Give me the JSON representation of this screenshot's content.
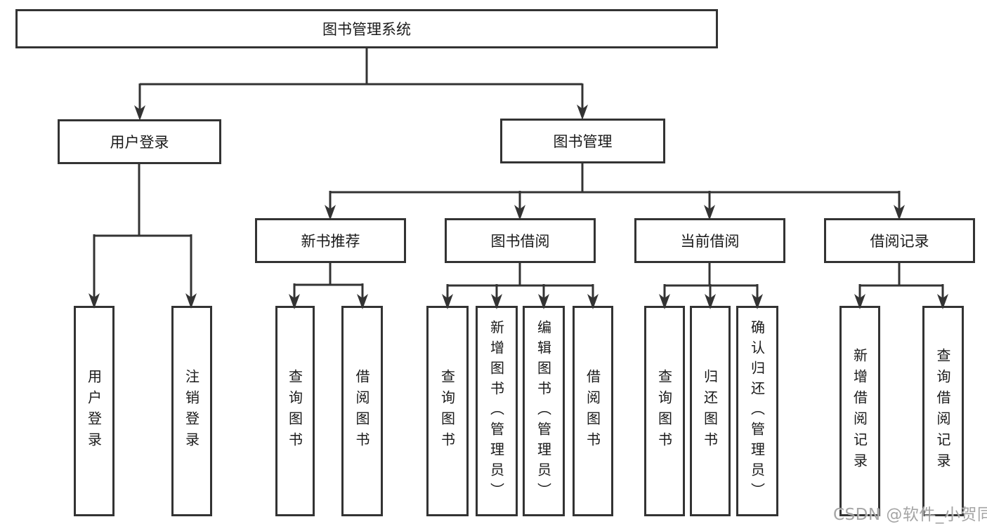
{
  "watermark": "CSDN @软件_小贺同学",
  "colors": {
    "line": "#333333",
    "box_border": "#333333",
    "text": "#1a1a1a",
    "background": "#ffffff",
    "watermark": "#9e9e9e"
  },
  "tree": {
    "label": "图书管理系统",
    "children": [
      {
        "label": "用户登录",
        "children": [
          {
            "label": "用户登录"
          },
          {
            "label": "注销登录"
          }
        ]
      },
      {
        "label": "图书管理",
        "children": [
          {
            "label": "新书推荐",
            "children": [
              {
                "label": "查询图书"
              },
              {
                "label": "借阅图书"
              }
            ]
          },
          {
            "label": "图书借阅",
            "children": [
              {
                "label": "查询图书"
              },
              {
                "label": "新增图书（管理员）"
              },
              {
                "label": "编辑图书（管理员）"
              },
              {
                "label": "借阅图书"
              }
            ]
          },
          {
            "label": "当前借阅",
            "children": [
              {
                "label": "查询图书"
              },
              {
                "label": "归还图书"
              },
              {
                "label": "确认归还（管理员）"
              }
            ]
          },
          {
            "label": "借阅记录",
            "children": [
              {
                "label": "新增借阅记录"
              },
              {
                "label": "查询借阅记录"
              }
            ]
          }
        ]
      }
    ]
  }
}
